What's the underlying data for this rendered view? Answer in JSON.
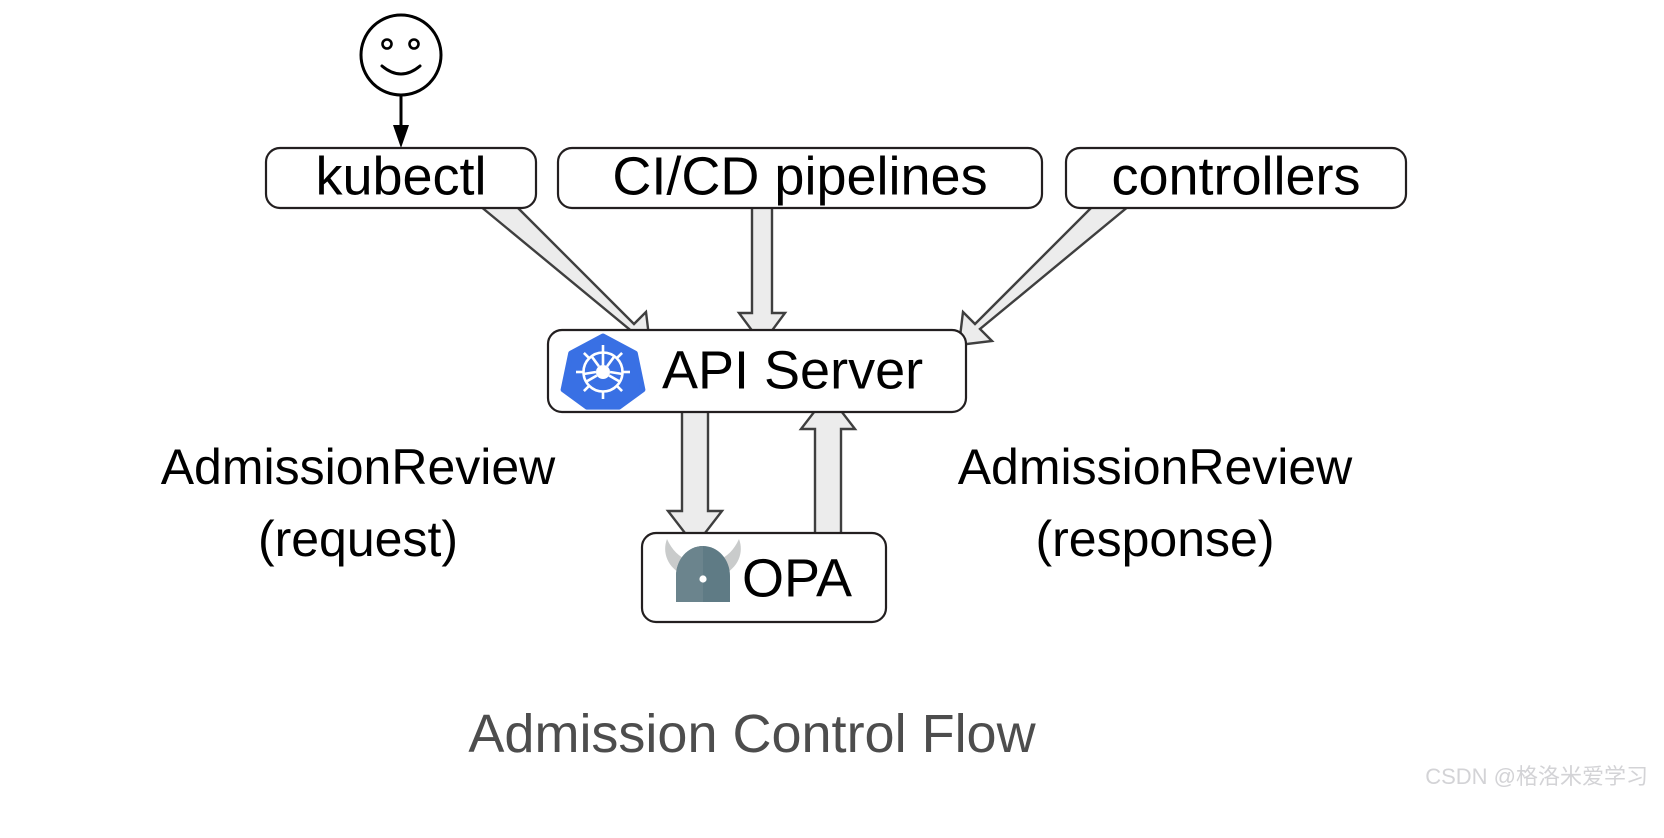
{
  "diagram": {
    "title": "Admission Control Flow",
    "actor": {
      "icon": "smiley-face-icon",
      "name": "user"
    },
    "nodes": [
      {
        "id": "kubectl",
        "label": "kubectl",
        "icon": null
      },
      {
        "id": "cicd",
        "label": "CI/CD pipelines",
        "icon": null
      },
      {
        "id": "controllers",
        "label": "controllers",
        "icon": null
      },
      {
        "id": "api-server",
        "label": "API Server",
        "icon": "kubernetes-logo-icon"
      },
      {
        "id": "opa",
        "label": "OPA",
        "icon": "opa-logo-icon"
      }
    ],
    "edge_labels": [
      {
        "id": "request",
        "line1": "AdmissionReview",
        "line2": "(request)"
      },
      {
        "id": "response",
        "line1": "AdmissionReview",
        "line2": "(response)"
      }
    ],
    "edges": [
      {
        "from": "user",
        "to": "kubectl",
        "style": "thin-arrow"
      },
      {
        "from": "kubectl",
        "to": "api-server",
        "style": "block-arrow"
      },
      {
        "from": "cicd",
        "to": "api-server",
        "style": "block-arrow"
      },
      {
        "from": "controllers",
        "to": "api-server",
        "style": "block-arrow"
      },
      {
        "from": "api-server",
        "to": "opa",
        "style": "block-arrow"
      },
      {
        "from": "opa",
        "to": "api-server",
        "style": "block-arrow"
      }
    ]
  },
  "watermark": {
    "text": "CSDN @格洛米爱学习"
  },
  "colors": {
    "kubernetes_blue": "#3970e4",
    "opa_body": "#5f7b85",
    "opa_horn": "#c9cbcb",
    "arrow_fill": "#ececec",
    "arrow_stroke": "#3f3f3f",
    "box_stroke": "#231f20",
    "caption_text": "#4d4d4d",
    "watermark_text": "#d3d3d6",
    "background": "#ffffff"
  }
}
